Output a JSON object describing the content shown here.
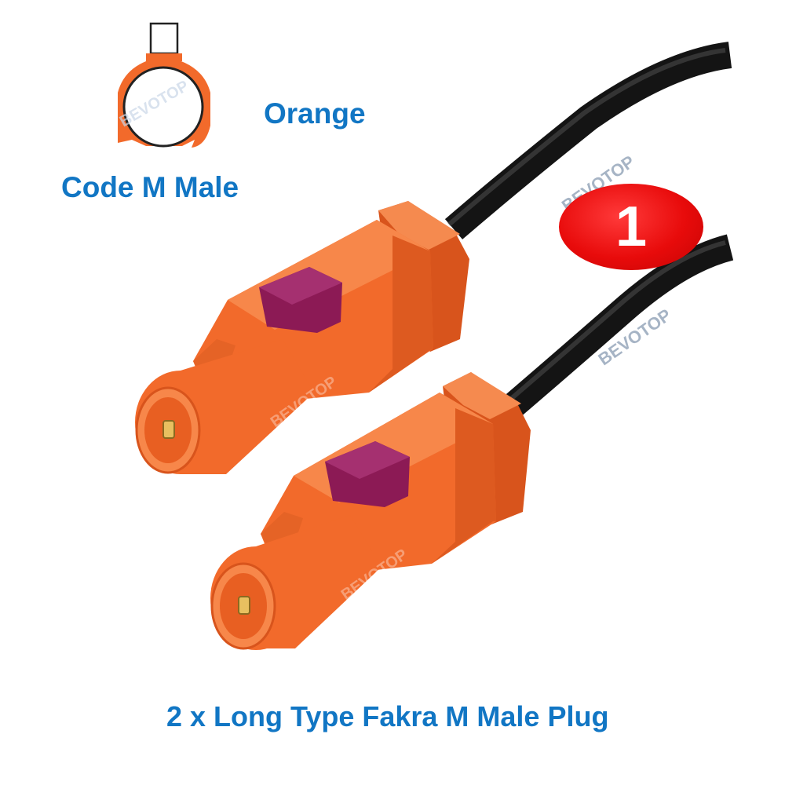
{
  "colors": {
    "text_blue": "#1176c4",
    "connector_orange": "#f26a2b",
    "connector_shadow": "#d8541c",
    "key_purple": "#8c1a55",
    "cable_black": "#141414",
    "badge_red": "#e80b0b"
  },
  "watermark": "BEVOTOP",
  "code_diagram": {
    "icon": "fakra-code-m-key-icon"
  },
  "color_label": "Orange",
  "code_label": "Code M Male",
  "quantity_badge": "1",
  "caption": "2 x Long Type Fakra M Male Plug",
  "product": {
    "connector_count": 2,
    "connector_color": "Orange",
    "cable_color": "black"
  }
}
